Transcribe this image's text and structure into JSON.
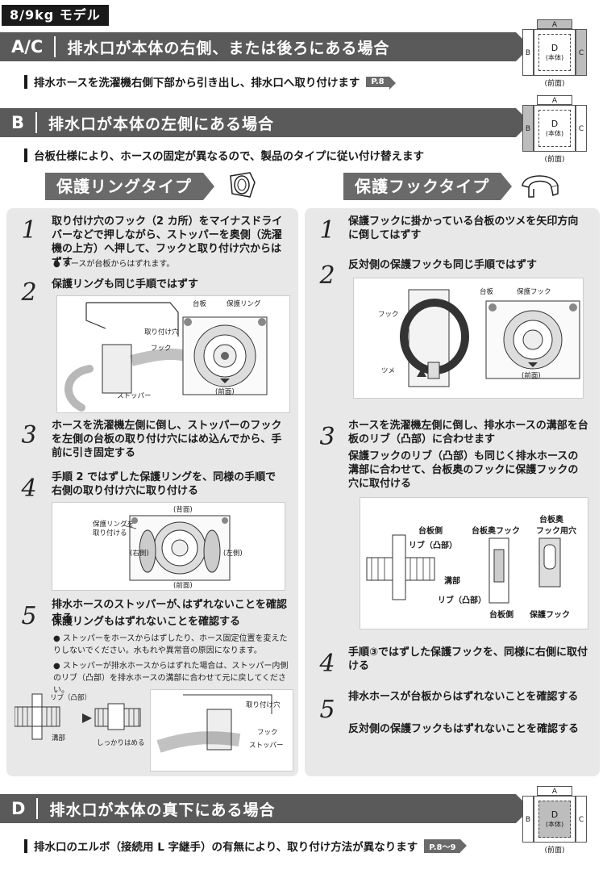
{
  "model": "8/9kg モデル",
  "diagram": {
    "a": "A",
    "b": "B",
    "c": "C",
    "d": "D",
    "honntai": "(本体)",
    "front": "(前面)"
  },
  "sections": {
    "ac": {
      "letter": "A/C",
      "title": "排水口が本体の右側、または後ろにある場合",
      "sub": "排水ホースを洗濯機右側下部から引き出し、排水口へ取り付けます",
      "ref": "P.8"
    },
    "b": {
      "letter": "B",
      "title": "排水口が本体の左側にある場合",
      "sub": "台板仕様により、ホースの固定が異なるので、製品のタイプに従い付け替えます"
    },
    "d": {
      "letter": "D",
      "title": "排水口が本体の真下にある場合",
      "sub": "排水口のエルボ（接続用 L 字継手）の有無により、取り付け方法が異なります",
      "ref": "P.8〜9"
    }
  },
  "ring": {
    "title": "保護リングタイプ",
    "steps": [
      {
        "num": "1",
        "text": "取り付け穴のフック（2 カ所）をマイナスドライバーなどで押しながら、ストッパーを奥側（洗濯機の上方）へ押して、フックと取り付け穴からはずす"
      },
      {
        "num": "2",
        "text": "保護リングも同じ手順ではずす"
      },
      {
        "num": "3",
        "text": "ホースを洗濯機左側に倒し、ストッパーのフックを左側の台板の取り付け穴にはめ込んでから、手前に引き固定する"
      },
      {
        "num": "4",
        "text": "手順 2 ではずした保護リングを、同様の手順で右側の取り付け穴に取り付ける"
      },
      {
        "num": "5",
        "text": "排水ホースのストッパーが､はずれないことを確認する",
        "text2": "保護リングもはずれないことを確認する"
      }
    ],
    "note1": "● ホースが台板からはずれます。",
    "note5a": "● ストッパーをホースからはずしたり、ホース固定位置を変えたりしないでください。水もれや異常音の原因になります。",
    "note5b": "● ストッパーが排水ホースからはずれた場合は、ストッパー内側のリブ（凸部）を排水ホースの溝部に合わせて元に戻してください。",
    "fig2": {
      "daiban": "台板",
      "ring": "保護リング",
      "hole": "取り付け穴",
      "hook": "フック",
      "stopper": "ストッパー",
      "front": "(前面)"
    },
    "fig4": {
      "back": "(背面)",
      "attach": "保護リングを",
      "attach2": "取り付ける",
      "right": "(右側)",
      "left": "(左側)",
      "front": "(前面)"
    },
    "fig5": {
      "rib": "リブ（凸部）",
      "groove": "溝部",
      "firm": "しっかりはめる",
      "hole": "取り付け穴",
      "hook": "フック",
      "stopper": "ストッパー"
    }
  },
  "hook": {
    "title": "保護フックタイプ",
    "steps": [
      {
        "num": "1",
        "text": "保護フックに掛かっている台板のツメを矢印方向に倒してはずす"
      },
      {
        "num": "2",
        "text": "反対側の保護フックも同じ手順ではずす"
      },
      {
        "num": "3",
        "text": "ホースを洗濯機左側に倒し、排水ホースの溝部を台板のリブ（凸部）に合わせます",
        "text2": "保護フックのリブ（凸部）も同じく排水ホースの溝部に合わせて、台板奥のフックに保護フックの穴に取付ける"
      },
      {
        "num": "4",
        "text": "手順③ではずした保護フックを、同様に右側に取付ける"
      },
      {
        "num": "5",
        "text": "排水ホースが台板からはずれないことを確認する",
        "text2": "反対側の保護フックもはずれないことを確認する"
      }
    ],
    "fig2": {
      "hook": "フック",
      "tsume": "ツメ",
      "daiban": "台板",
      "phook": "保護フック",
      "front": "(前面)"
    },
    "fig3": {
      "side": "台板側",
      "backhook": "台板奥フック",
      "hole1": "台板奥",
      "hole2": "フック用穴",
      "rib": "リブ（凸部）",
      "groove": "溝部",
      "rib2": "リブ（凸部）",
      "side2": "台板側",
      "phook": "保護フック"
    }
  }
}
